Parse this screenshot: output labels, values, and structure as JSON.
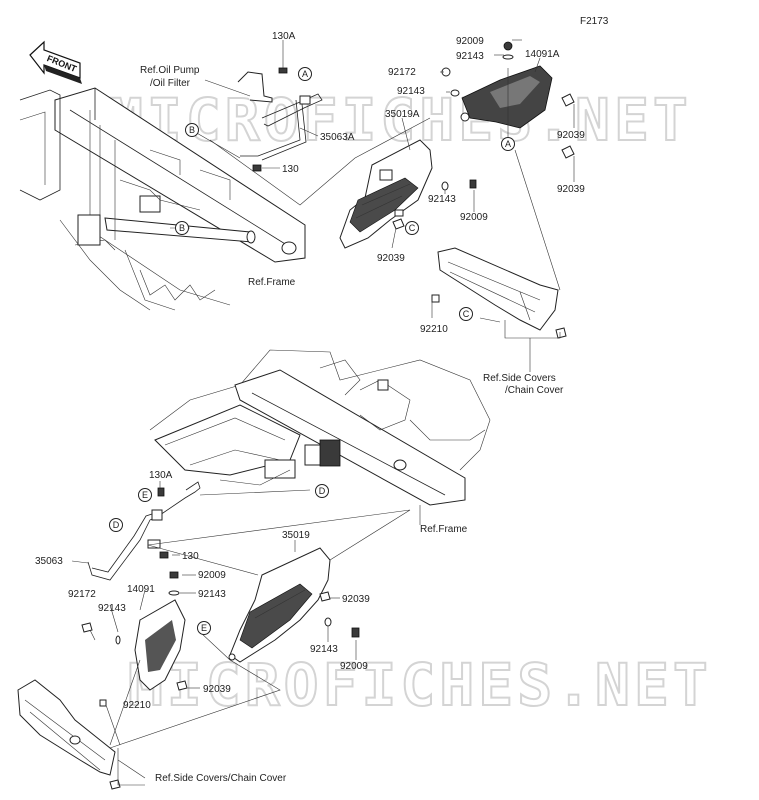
{
  "figure_code": "F2173",
  "front_label": "FRONT",
  "watermarks": [
    "MICROFICHES.NET",
    "MICROFICHES.NET"
  ],
  "labels": {
    "p130A_top": "130A",
    "p92009_top": "92009",
    "p92143_top1": "92143",
    "p14091A": "14091A",
    "p92172_top": "92172",
    "p92143_top2": "92143",
    "p35019A": "35019A",
    "p35063A": "35063A",
    "p130_top": "130",
    "p92039_top1": "92039",
    "p92039_top2": "92039",
    "p92143_top3": "92143",
    "p92009_top2": "92009",
    "p92039_top3": "92039",
    "p92210_top": "92210",
    "p130A_bot": "130A",
    "p35019_bot": "35019",
    "p35063_bot": "35063",
    "p130_bot": "130",
    "p92009_bot1": "92009",
    "p14091_bot": "14091",
    "p92143_bot1": "92143",
    "p92172_bot": "92172",
    "p92143_bot2": "92143",
    "p92039_bot1": "92039",
    "p92143_bot3": "92143",
    "p92009_bot2": "92009",
    "p92039_bot2": "92039",
    "p92210_bot": "92210"
  },
  "refs": {
    "oil_pump": "Ref.Oil Pump",
    "oil_filter": "/Oil Filter",
    "frame_top": "Ref.Frame",
    "side_covers_top_1": "Ref.Side Covers",
    "side_covers_top_2": "/Chain Cover",
    "frame_bot": "Ref.Frame",
    "side_covers_bot": "Ref.Side Covers/Chain Cover"
  },
  "markers": {
    "A1": "A",
    "A2": "A",
    "B1": "B",
    "B2": "B",
    "C1": "C",
    "C2": "C",
    "D1": "D",
    "D2": "D",
    "E1": "E",
    "E2": "E"
  }
}
